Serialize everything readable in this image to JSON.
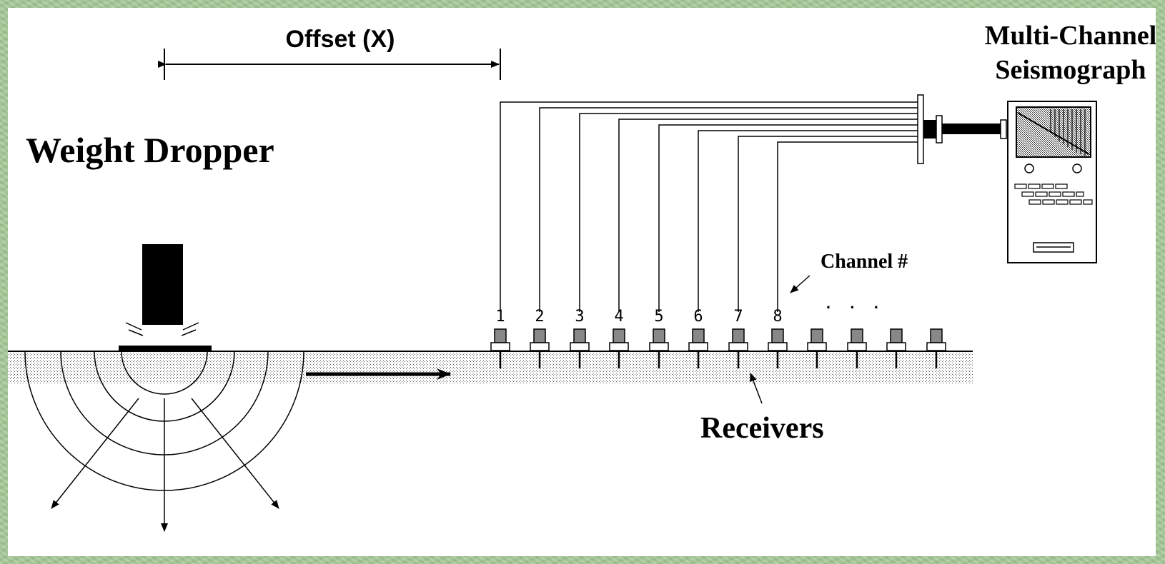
{
  "labels": {
    "offset": "Offset (X)",
    "seismograph_line1": "Multi-Channel",
    "seismograph_line2": "Seismograph",
    "source": "Weight Dropper",
    "channel": "Channel #",
    "receivers": "Receivers"
  },
  "channels": [
    "1",
    "2",
    "3",
    "4",
    "5",
    "6",
    "7",
    "8"
  ],
  "ellipsis": "· · ·"
}
